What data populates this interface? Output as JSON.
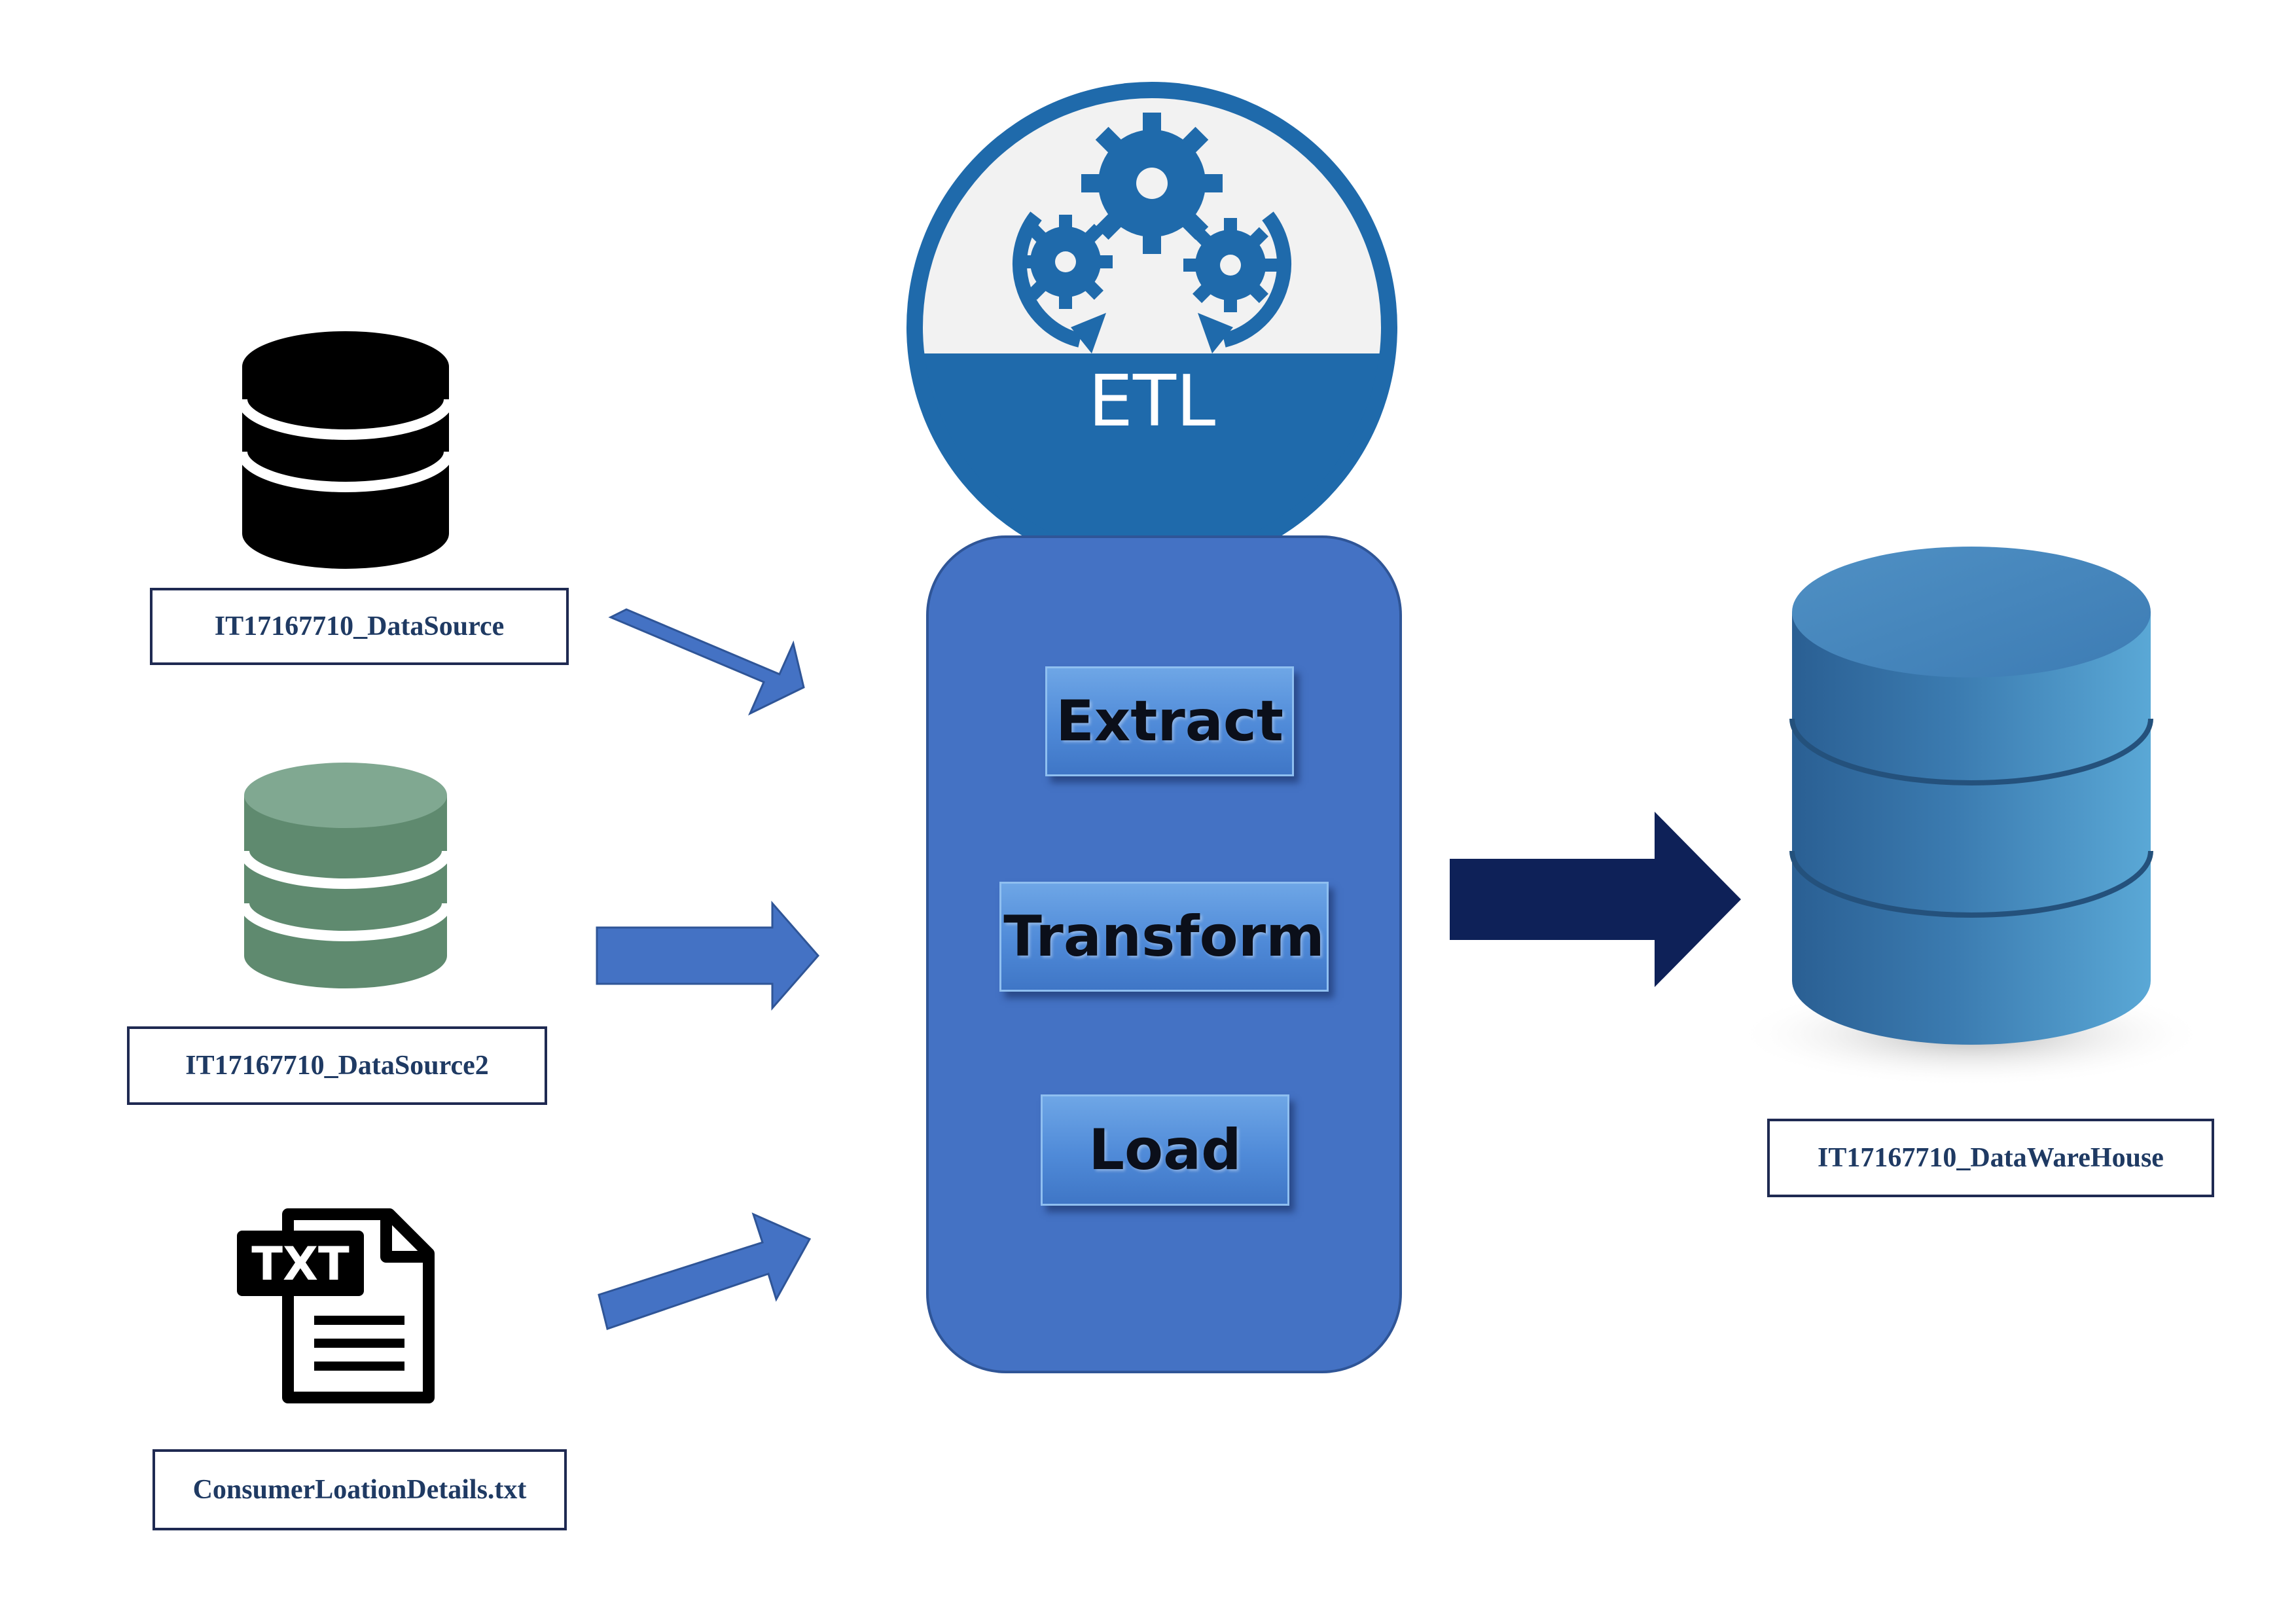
{
  "etl_badge": {
    "title": "ETL"
  },
  "sources": [
    {
      "label": "IT17167710_DataSource"
    },
    {
      "label": "IT17167710_DataSource2"
    },
    {
      "label": "ConsumerLoationDetails.txt",
      "icon_text": "TXT"
    }
  ],
  "etl_steps": [
    {
      "label": "Extract"
    },
    {
      "label": "Transform"
    },
    {
      "label": "Load"
    }
  ],
  "target": {
    "label": "IT17167710_DataWareHouse"
  },
  "colors": {
    "etl_blue": "#1f6aab",
    "process_panel": "#4472c4",
    "arrow_blue": "#4472c4",
    "arrow_navy": "#0e2158",
    "source1": "#000000",
    "source2": "#6c9a80",
    "warehouse": "#3b7bb0"
  }
}
